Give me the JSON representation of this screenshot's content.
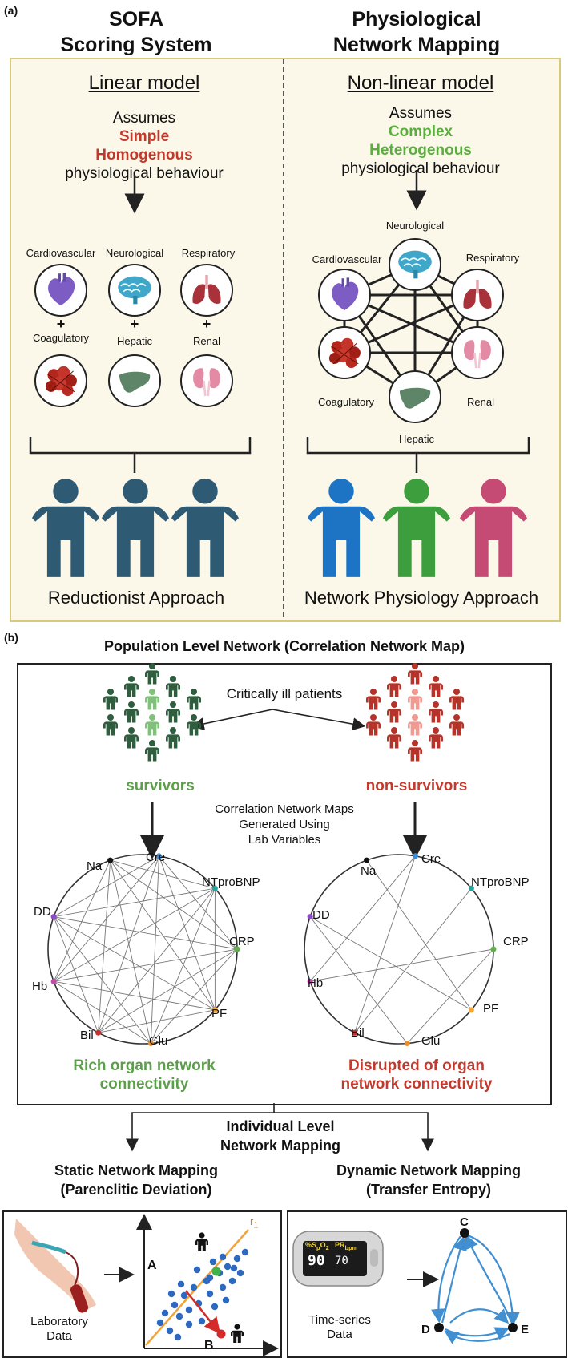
{
  "panel_a": {
    "label": "(a)",
    "left_title_1": "SOFA",
    "left_title_2": "Scoring System",
    "right_title_1": "Physiological",
    "right_title_2": "Network Mapping",
    "left_model": "Linear model",
    "right_model": "Non-linear model",
    "assumes": "Assumes",
    "left_word1": "Simple",
    "left_word2": "Homogenous",
    "right_word1": "Complex",
    "right_word2": "Heterogenous",
    "behaviour": "physiological behaviour",
    "organs": {
      "cardiovascular": "Cardiovascular",
      "neurological": "Neurological",
      "respiratory": "Respiratory",
      "coagulatory": "Coagulatory",
      "hepatic": "Hepatic",
      "renal": "Renal"
    },
    "plus": "+",
    "left_approach": "Reductionist Approach",
    "right_approach": "Network Physiology Approach",
    "colors": {
      "heart": "#7d5cc4",
      "brain": "#3fa7c9",
      "lung": "#a8313a",
      "clot": "#b2261c",
      "liver": "#5e8567",
      "kidney": "#e38aa5",
      "person_dark": "#2f5a73",
      "person_blue": "#1d73c4",
      "person_green": "#3d9e3d",
      "person_pink": "#c64b74"
    }
  },
  "panel_b": {
    "label": "(b)",
    "header": "Population Level Network (Correlation Network Map)",
    "patients": "Critically ill patients",
    "survivors": "survivors",
    "non_survivors": "non-survivors",
    "corr_1": "Correlation Network Maps",
    "corr_2": "Generated Using",
    "corr_3": "Lab Variables",
    "nodes": [
      "Cre",
      "NTproBNP",
      "CRP",
      "PF",
      "Glu",
      "Bil",
      "Hb",
      "DD",
      "Na"
    ],
    "rich_1": "Rich organ network",
    "rich_2": "connectivity",
    "disrupted_1": "Disrupted of organ",
    "disrupted_2": "network connectivity",
    "individual_1": "Individual Level",
    "individual_2": "Network Mapping",
    "static_1": "Static Network Mapping",
    "static_2": "(Parenclitic Deviation)",
    "dynamic_1": "Dynamic Network Mapping",
    "dynamic_2": "(Transfer Entropy)",
    "lab_1": "Laboratory",
    "lab_2": "Data",
    "ts_1": "Time-series",
    "ts_2": "Data",
    "axis_a": "A",
    "axis_b": "B",
    "r_label": "r",
    "r_sub": "1",
    "oximeter_top_1": "%S",
    "oximeter_top_1_sub": "p",
    "oximeter_top_1_tail": "O",
    "oximeter_top_1_tail_sub": "2",
    "oximeter_top_2": "PR",
    "oximeter_top_2_sub": "bpm",
    "oximeter_val_1": "90",
    "oximeter_val_2": "70",
    "graph_nodes": [
      "C",
      "D",
      "E"
    ],
    "node_colors": {
      "Cre": "#3b8fd6",
      "NTproBNP": "#2aa39a",
      "CRP": "#5fb04a",
      "PF": "#f1a633",
      "Glu": "#e98e2f",
      "Bil": "#c9302c",
      "Hb": "#c44aa7",
      "DD": "#8a4cc0",
      "Na": "#111111"
    }
  }
}
